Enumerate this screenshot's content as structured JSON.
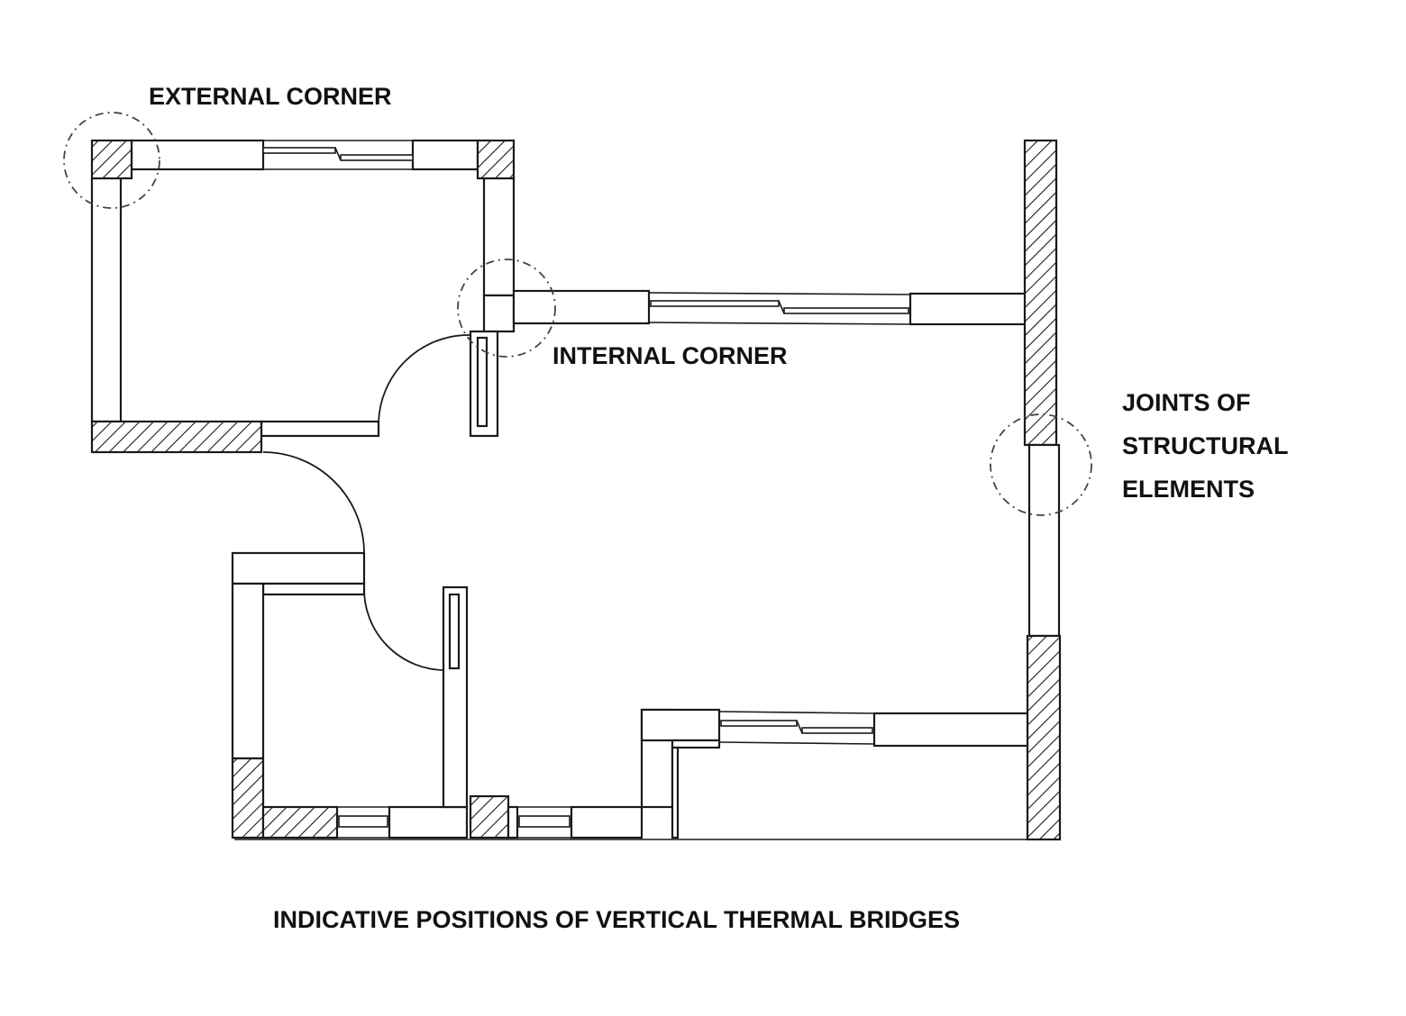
{
  "labels": {
    "external_corner": "EXTERNAL CORNER",
    "internal_corner": "INTERNAL CORNER",
    "joints_line1": "JOINTS OF",
    "joints_line2": "STRUCTURAL",
    "joints_line3": "ELEMENTS",
    "caption": "INDICATIVE POSITIONS OF VERTICAL THERMAL BRIDGES"
  },
  "colors": {
    "line": "#1a1a1a",
    "background": "#ffffff"
  }
}
